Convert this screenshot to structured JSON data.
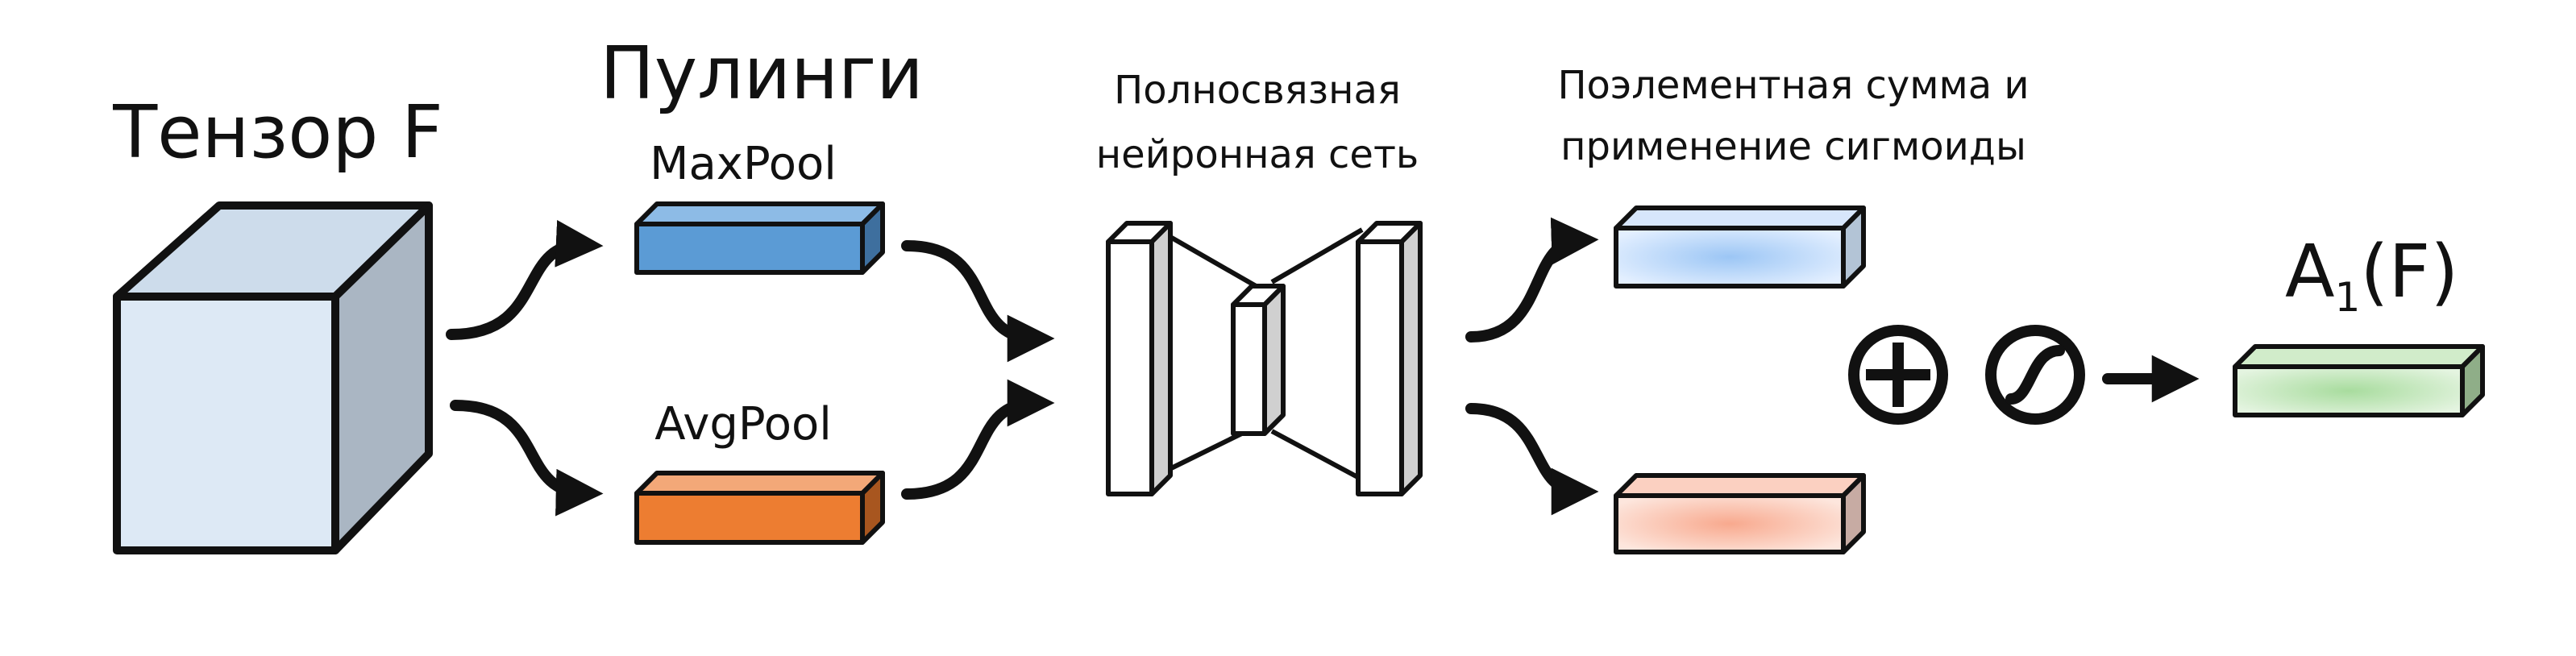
{
  "labels": {
    "tensor": "Тензор F",
    "poolings": "Пулинги",
    "maxpool": "MaxPool",
    "avgpool": "AvgPool",
    "fc_line1": "Полносвязная",
    "fc_line2": "нейронная сеть",
    "sum_line1": "Поэлементная сумма и",
    "sum_line2": "применение сигмоиды",
    "output_main": "A",
    "output_sub": "1",
    "output_arg": "(F)"
  },
  "colors": {
    "tensor_front": "#dde9f5",
    "tensor_top": "#cddceb",
    "tensor_side": "#aab6c3",
    "maxpool": "#5b9bd5",
    "avgpool": "#ed7d31",
    "result_blue": "#a9c9f0",
    "result_orange": "#f7b8a3",
    "output_green": "#a9d9a0",
    "stroke": "#111111"
  },
  "icons": [
    "plus-circle-icon",
    "sigmoid-icon",
    "right-arrow-icon"
  ]
}
